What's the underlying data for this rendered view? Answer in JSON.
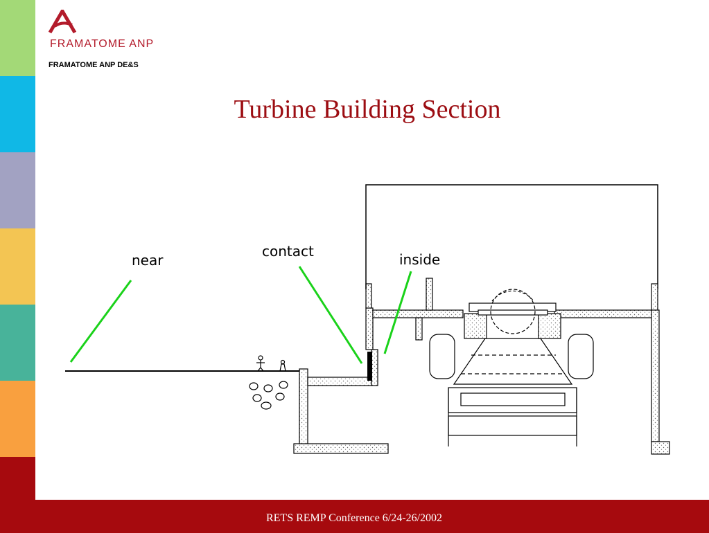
{
  "brand": {
    "company": "FRAMATOME ANP",
    "division": "FRAMATOME ANP DE&S",
    "logo_color": "#b31b2b"
  },
  "slide": {
    "title": "Turbine Building Section",
    "title_color": "#9c0d12"
  },
  "diagram": {
    "labels": {
      "near": "near",
      "contact": "contact",
      "inside": "inside"
    },
    "pointer_color": "#1ad21a"
  },
  "footer": {
    "text": "RETS REMP Conference  6/24-26/2002",
    "background": "#a60a0e"
  },
  "sidebar_stripe_colors": [
    "#a3d977",
    "#10b8e6",
    "#a2a2c2",
    "#f3c553",
    "#48b39a",
    "#f9a03f",
    "#a60a0e"
  ]
}
